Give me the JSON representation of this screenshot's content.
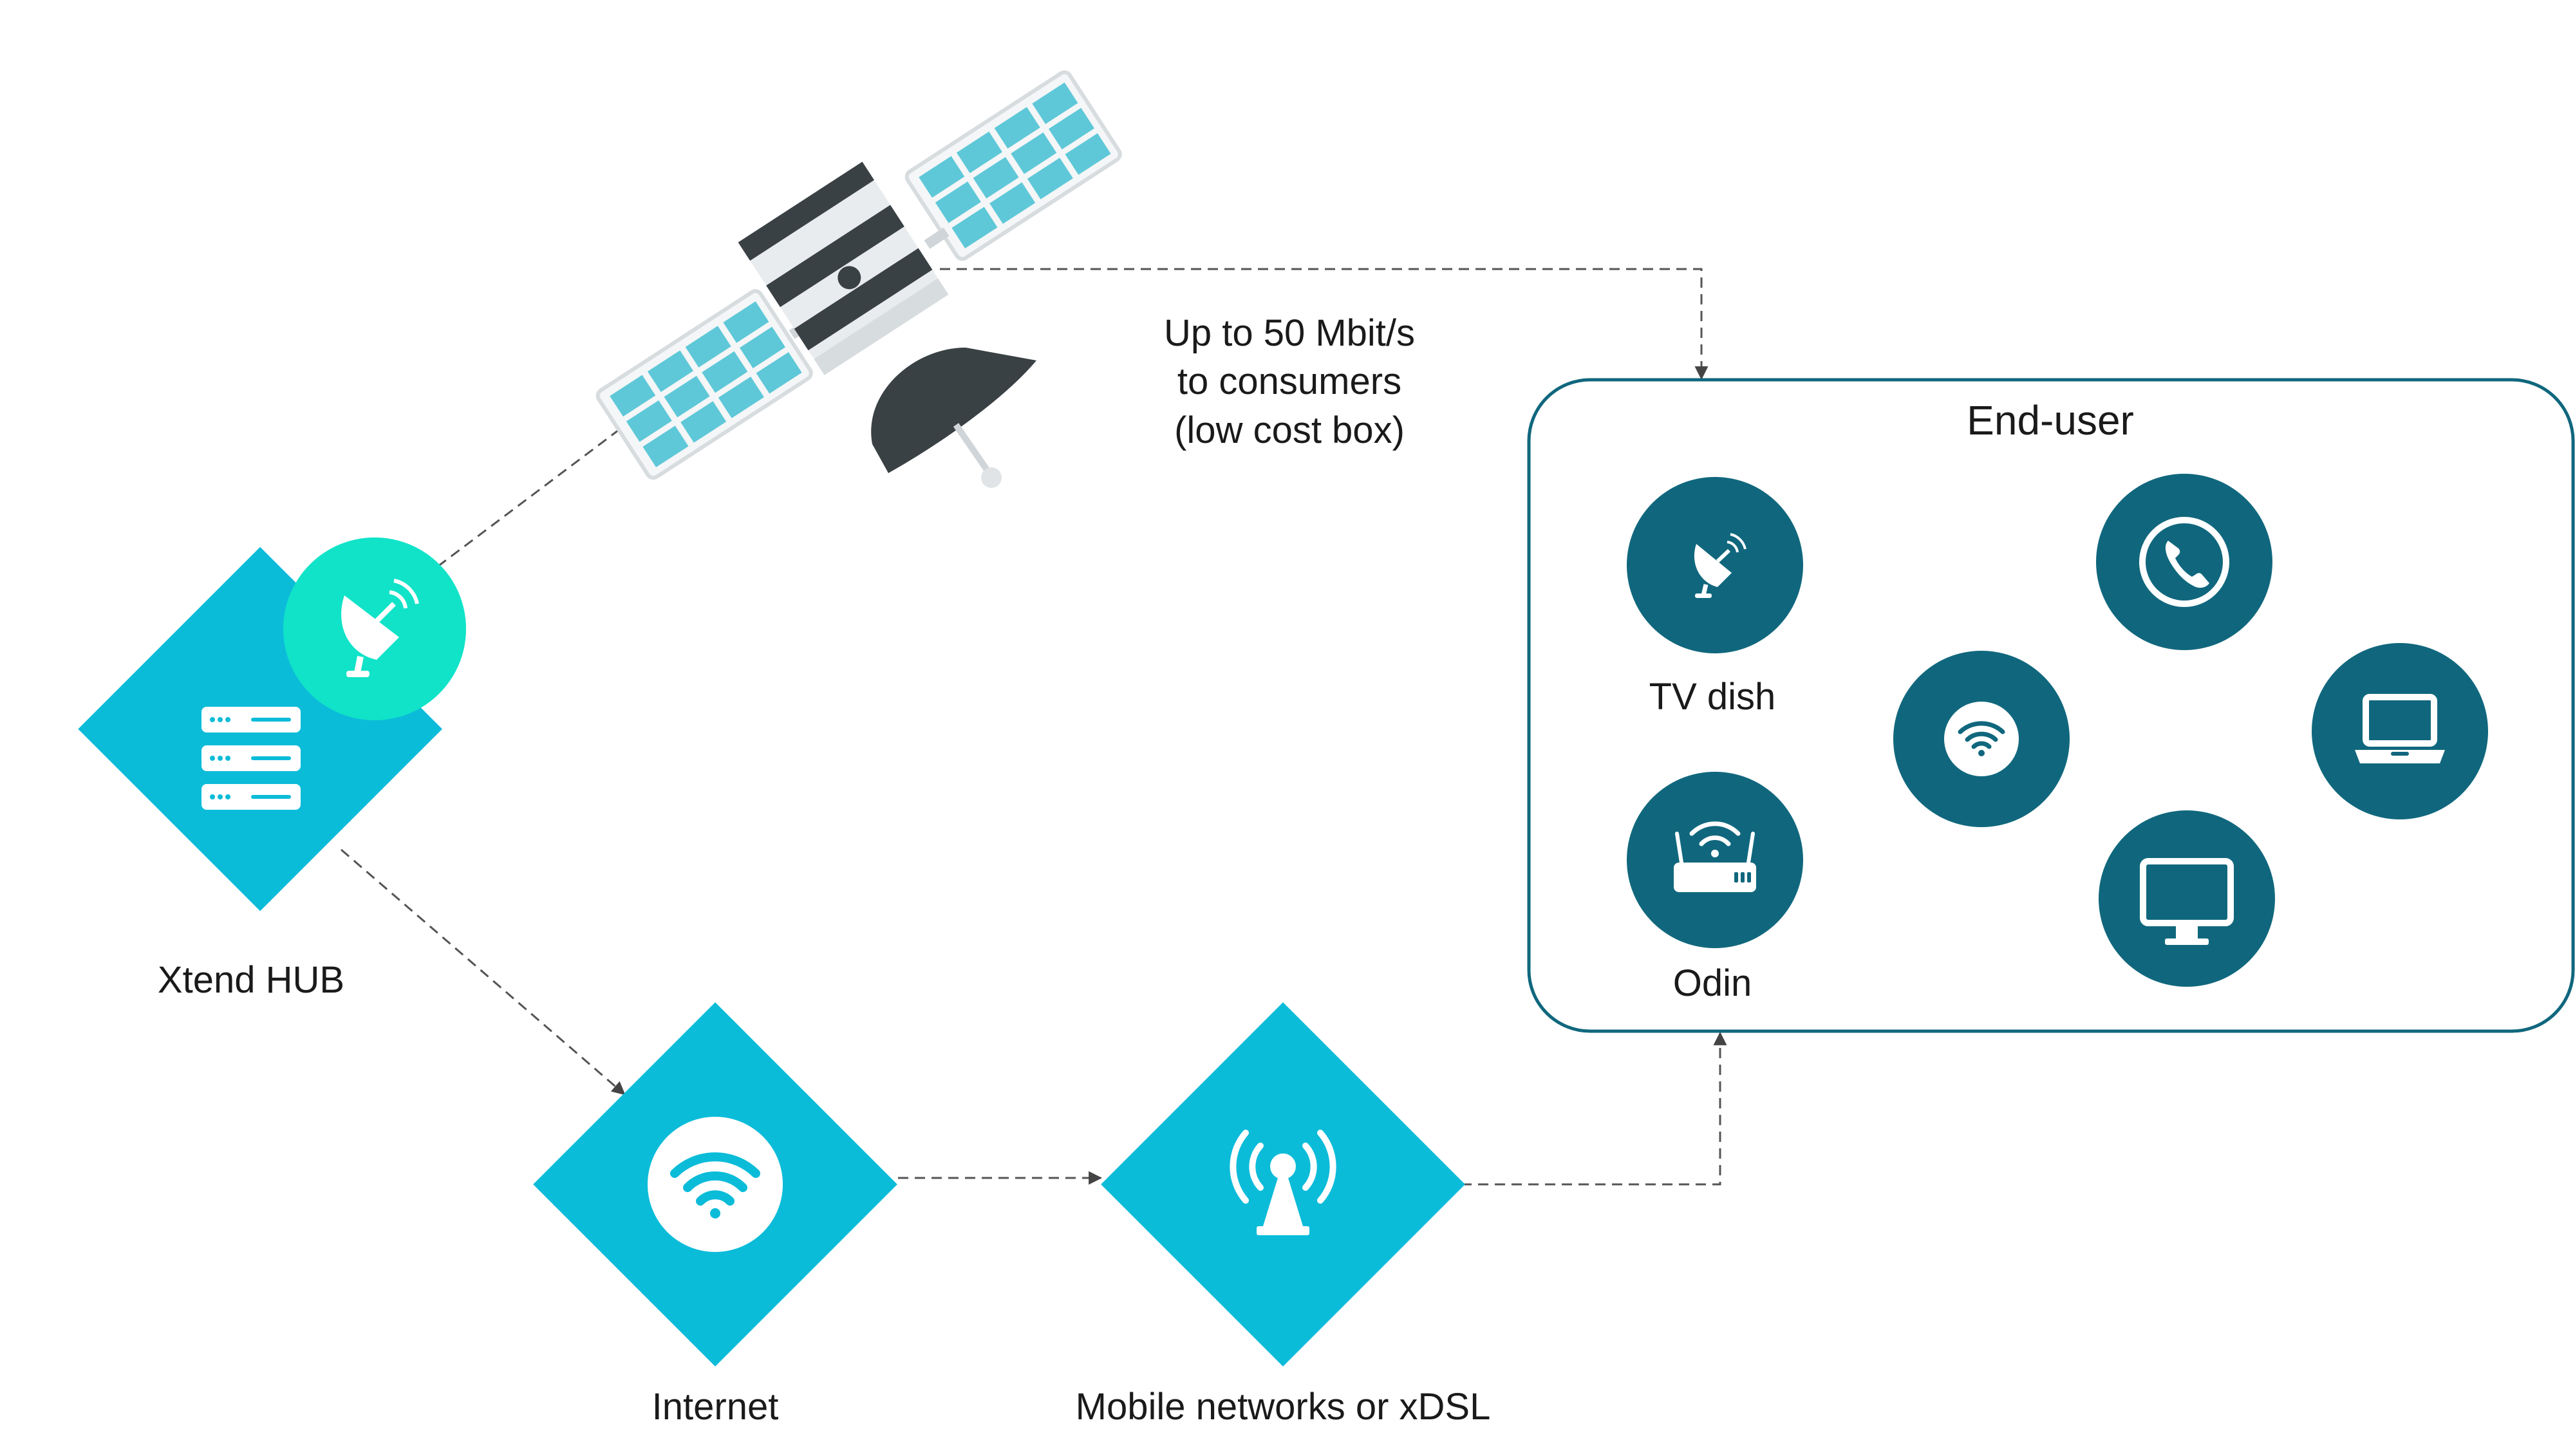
{
  "satellite_caption": {
    "line1": "Up to 50 Mbit/s",
    "line2": "to consumers",
    "line3": "(low cost box)"
  },
  "nodes": {
    "hub": {
      "label": "Xtend HUB",
      "icon": "server-rack-icon",
      "badge_icon": "satellite-dish-icon"
    },
    "internet": {
      "label": "Internet",
      "icon": "wifi-icon"
    },
    "mobile": {
      "label": "Mobile networks or xDSL",
      "icon": "radio-tower-icon"
    }
  },
  "end_user": {
    "title": "End-user",
    "devices": [
      {
        "label": "TV dish",
        "icon": "satellite-dish-icon"
      },
      {
        "label": "Odin",
        "icon": "router-icon"
      },
      {
        "label": "",
        "icon": "wifi-icon"
      },
      {
        "label": "",
        "icon": "phone-icon"
      },
      {
        "label": "",
        "icon": "laptop-icon"
      },
      {
        "label": "",
        "icon": "monitor-icon"
      }
    ]
  },
  "colors": {
    "node": "#0bbcd9",
    "badge": "#10e3c8",
    "device": "#10677d",
    "border": "#10677d",
    "connector": "#555555",
    "panel": "#5ec8d8",
    "satellite_dark": "#3a4145"
  }
}
